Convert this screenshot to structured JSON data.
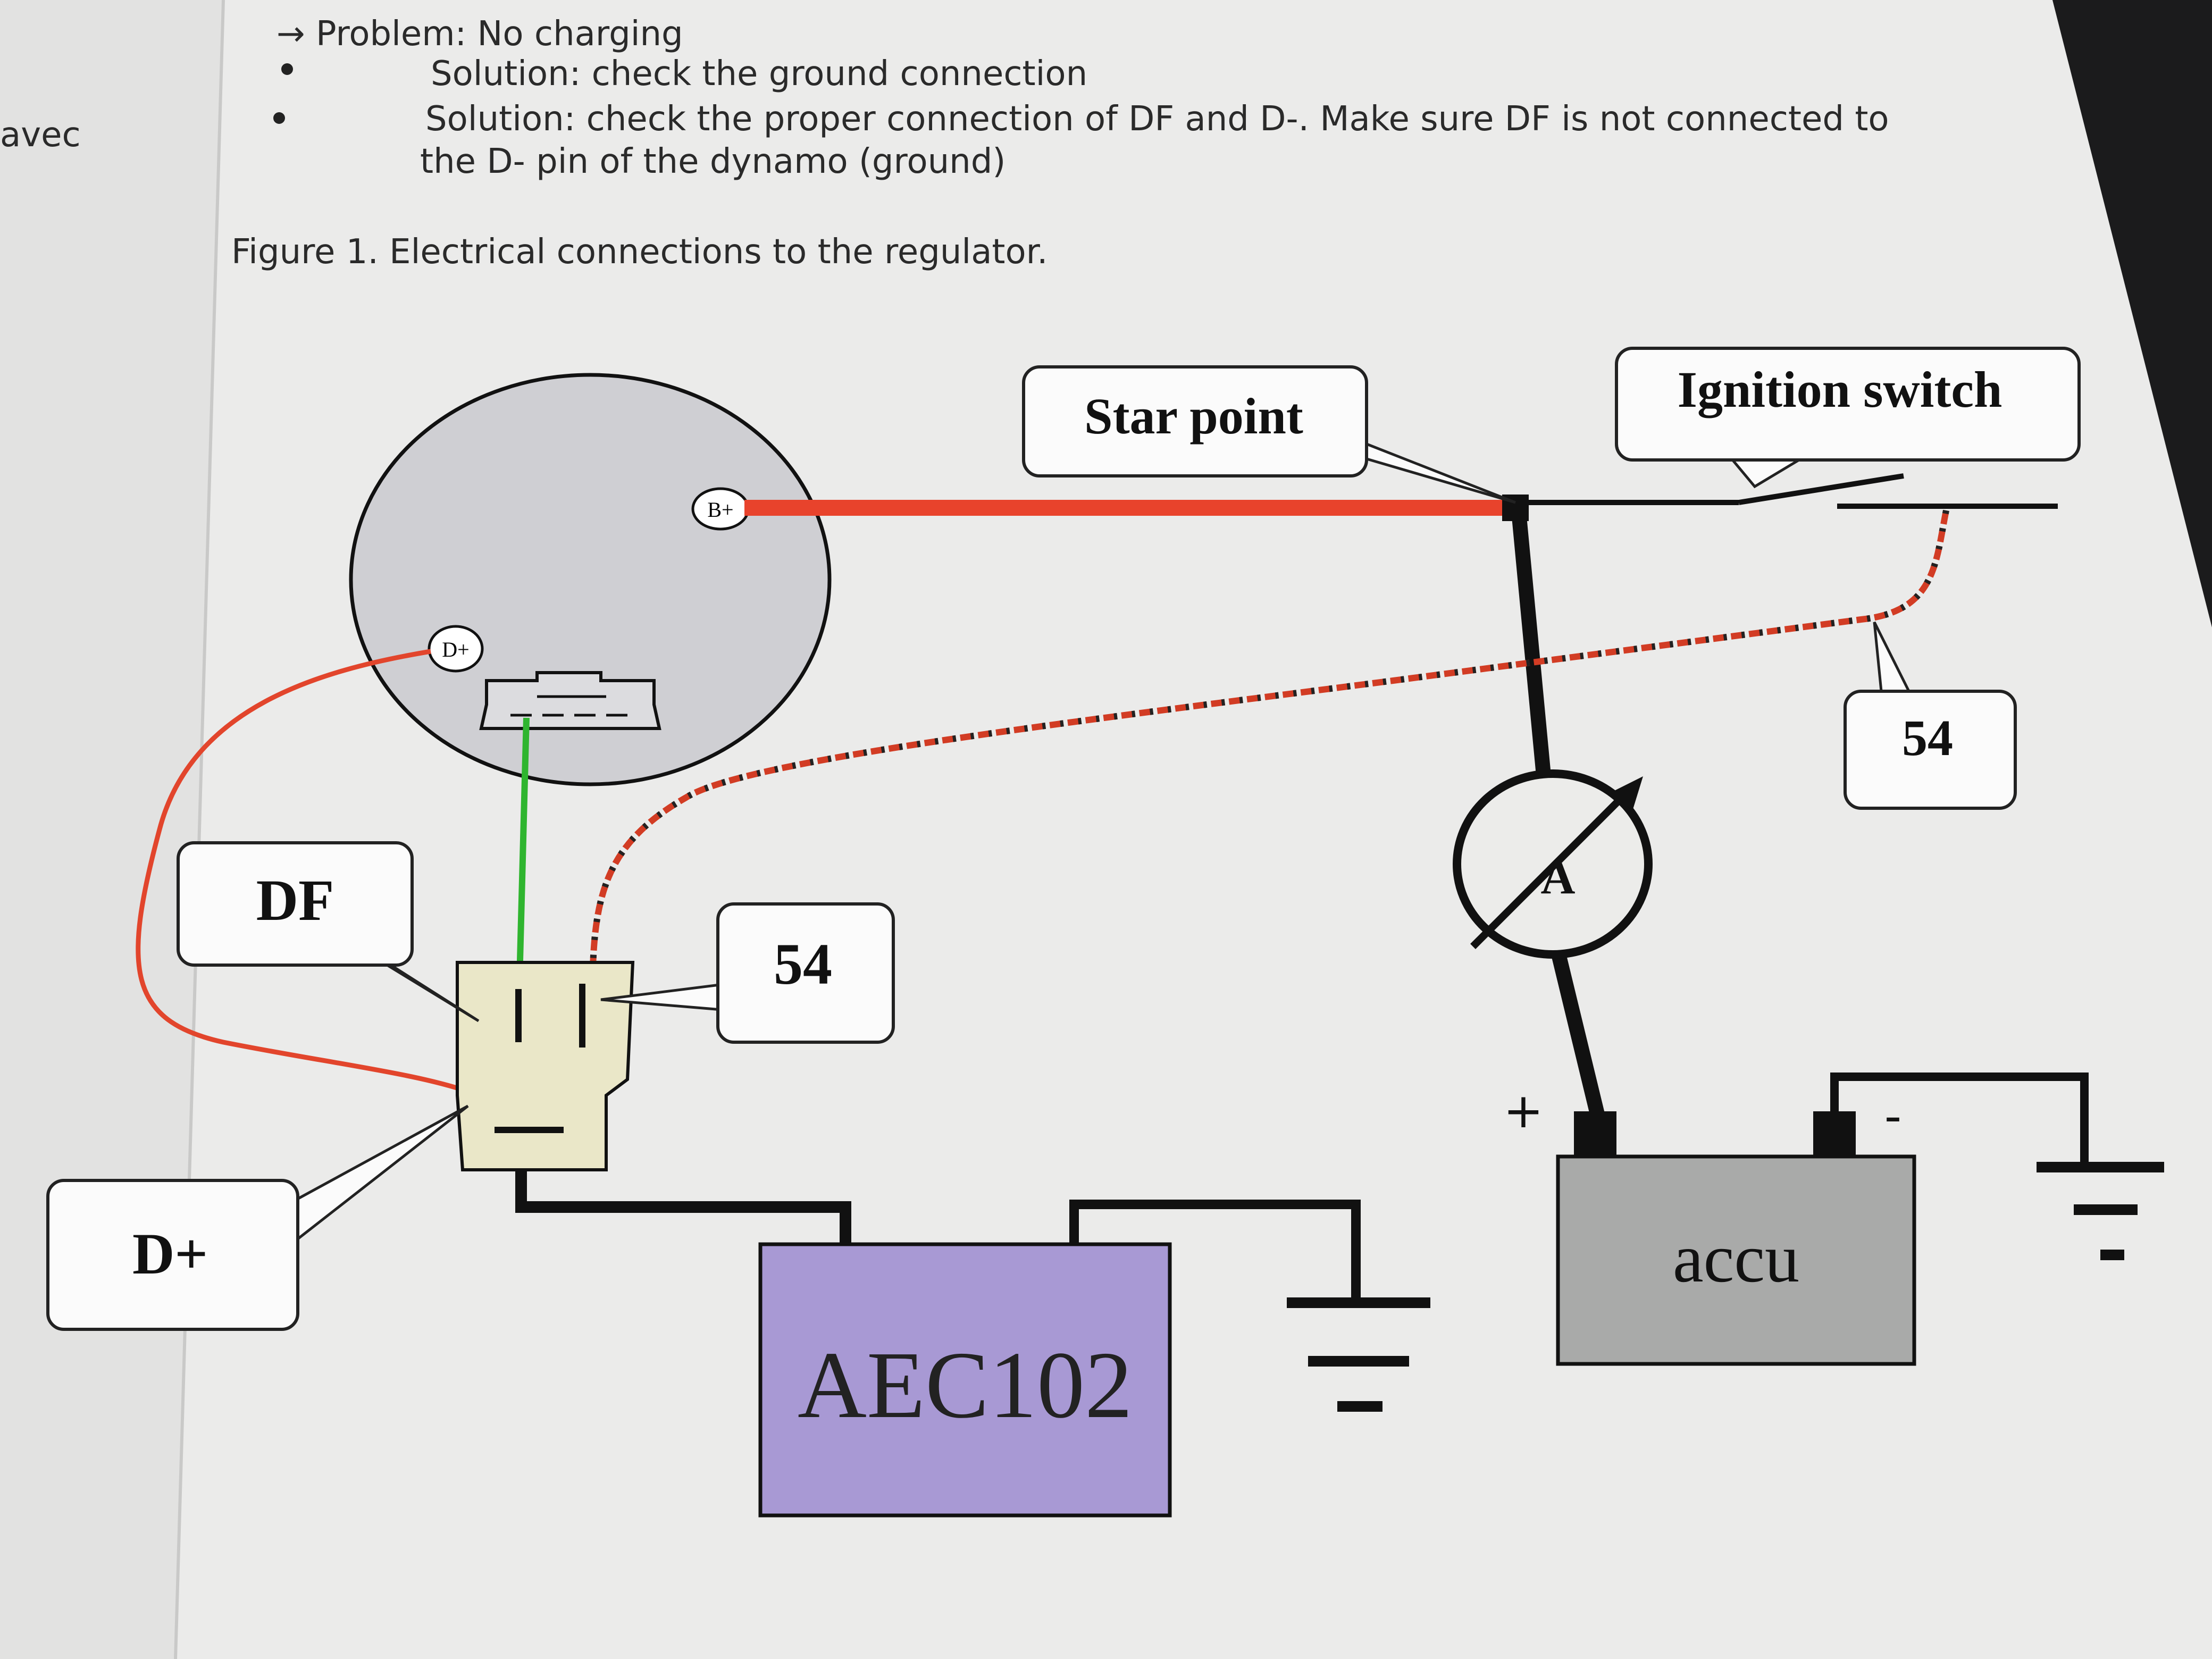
{
  "page": {
    "margin_word": "avec",
    "problem_line": "→ Problem: No charging",
    "solution_1": "Solution: check the ground connection",
    "solution_2_line1": "Solution: check the proper connection of DF and D-. Make sure DF is not connected to",
    "solution_2_line2": "the D- pin of the dynamo (ground)",
    "figure_caption": "Figure 1. Electrical connections to the regulator."
  },
  "diagram": {
    "dynamo": {
      "terminal_b_plus": "B+",
      "terminal_d_plus": "D+"
    },
    "callouts": {
      "star_point": "Star point",
      "ignition_switch": "Ignition switch",
      "switch_54": "54",
      "df": "DF",
      "regulator_54": "54",
      "d_plus": "D+"
    },
    "regulator_box": "AEC102",
    "battery": {
      "label": "accu",
      "plus": "+",
      "minus": "-"
    },
    "colors": {
      "wire_b_plus": "#e8432c",
      "wire_df": "#2fb52f",
      "wire_54": "#d23c24",
      "dynamo_fill": "#cfcfd3",
      "regulator_block_fill": "#eae7c8",
      "aec_fill": "#a899d4",
      "accu_fill": "#a9aaa9"
    }
  }
}
